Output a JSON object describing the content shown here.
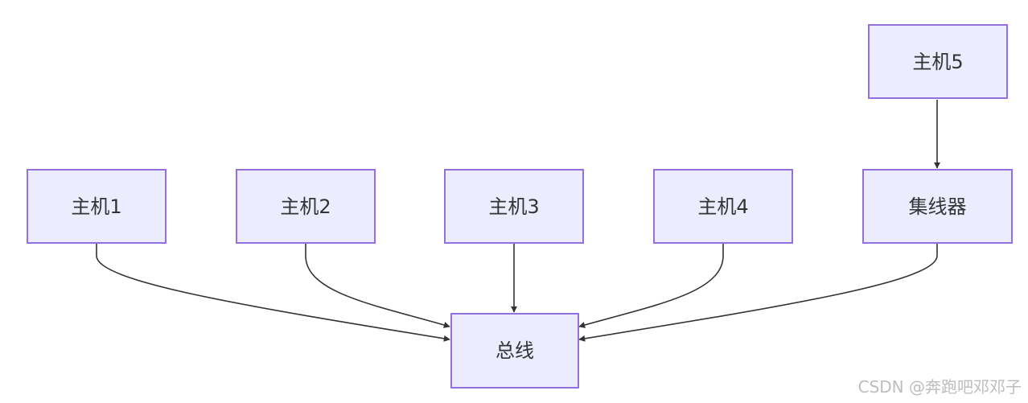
{
  "diagram": {
    "nodes": {
      "host1": "主机1",
      "host2": "主机2",
      "host3": "主机3",
      "host4": "主机4",
      "host5": "主机5",
      "hub": "集线器",
      "bus": "总线"
    },
    "edges": [
      {
        "from": "host5",
        "to": "hub"
      },
      {
        "from": "host1",
        "to": "bus"
      },
      {
        "from": "host2",
        "to": "bus"
      },
      {
        "from": "host3",
        "to": "bus"
      },
      {
        "from": "host4",
        "to": "bus"
      },
      {
        "from": "hub",
        "to": "bus"
      }
    ],
    "colors": {
      "node_fill": "#ececff",
      "node_border": "#9370db",
      "edge": "#333333",
      "text": "#333333"
    }
  },
  "watermark": "CSDN @奔跑吧邓邓子"
}
